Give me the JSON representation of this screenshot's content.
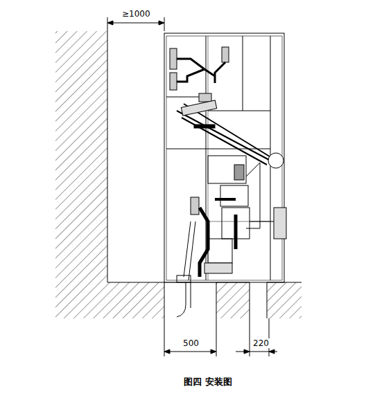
{
  "diagram": {
    "caption": "图四 安装图",
    "labels": [
      "≥1000",
      "500",
      "220"
    ]
  }
}
